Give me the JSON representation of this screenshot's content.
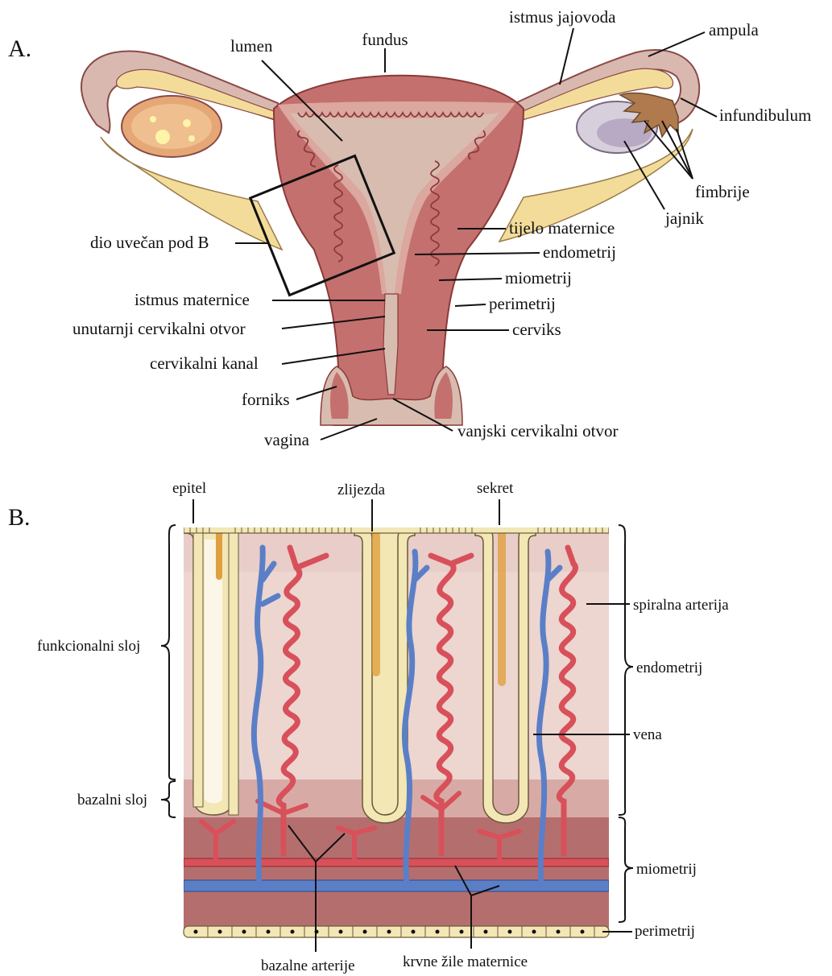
{
  "panel_a": {
    "letter": "A.",
    "labels": {
      "fundus": "fundus",
      "lumen": "lumen",
      "istmus_jajovoda": "istmus jajovoda",
      "ampula": "ampula",
      "infundibulum": "infundibulum",
      "fimbrije": "fimbrije",
      "jajnik": "jajnik",
      "tijelo_maternice": "tijelo maternice",
      "endometrij": "endometrij",
      "miometrij": "miometrij",
      "perimetrij": "perimetrij",
      "cerviks": "cerviks",
      "dio_uvecan": "dio uvečan pod B",
      "istmus_maternice": "istmus maternice",
      "unutarnji_otvor": "unutarnji cervikalni otvor",
      "cervikalni_kanal": "cervikalni kanal",
      "forniks": "forniks",
      "vagina": "vagina",
      "vanjski_otvor": "vanjski cervikalni otvor"
    }
  },
  "panel_b": {
    "letter": "B.",
    "labels": {
      "epitel": "epitel",
      "zlijezda": "zlijezda",
      "sekret": "sekret",
      "spiralna_arterija": "spiralna arterija",
      "endometrij": "endometrij",
      "vena": "vena",
      "miometrij": "miometrij",
      "perimetrij": "perimetrij",
      "funkcionalni_sloj": "funkcionalni sloj",
      "bazalni_sloj": "bazalni sloj",
      "bazalne_arterije": "bazalne arterije",
      "krvne_zile": "krvne žile maternice"
    }
  },
  "colors": {
    "myometrium": "#c4706e",
    "endometrium": "#dba79f",
    "lumen": "#d8bcb0",
    "tube": "#d9b8b0",
    "ligament": "#f3dc9a",
    "ovary": "#e6a776",
    "artery": "#d8505a",
    "vein": "#5b7fc7",
    "gland_cell": "#f2e7b5",
    "secretion": "#e0a040"
  }
}
